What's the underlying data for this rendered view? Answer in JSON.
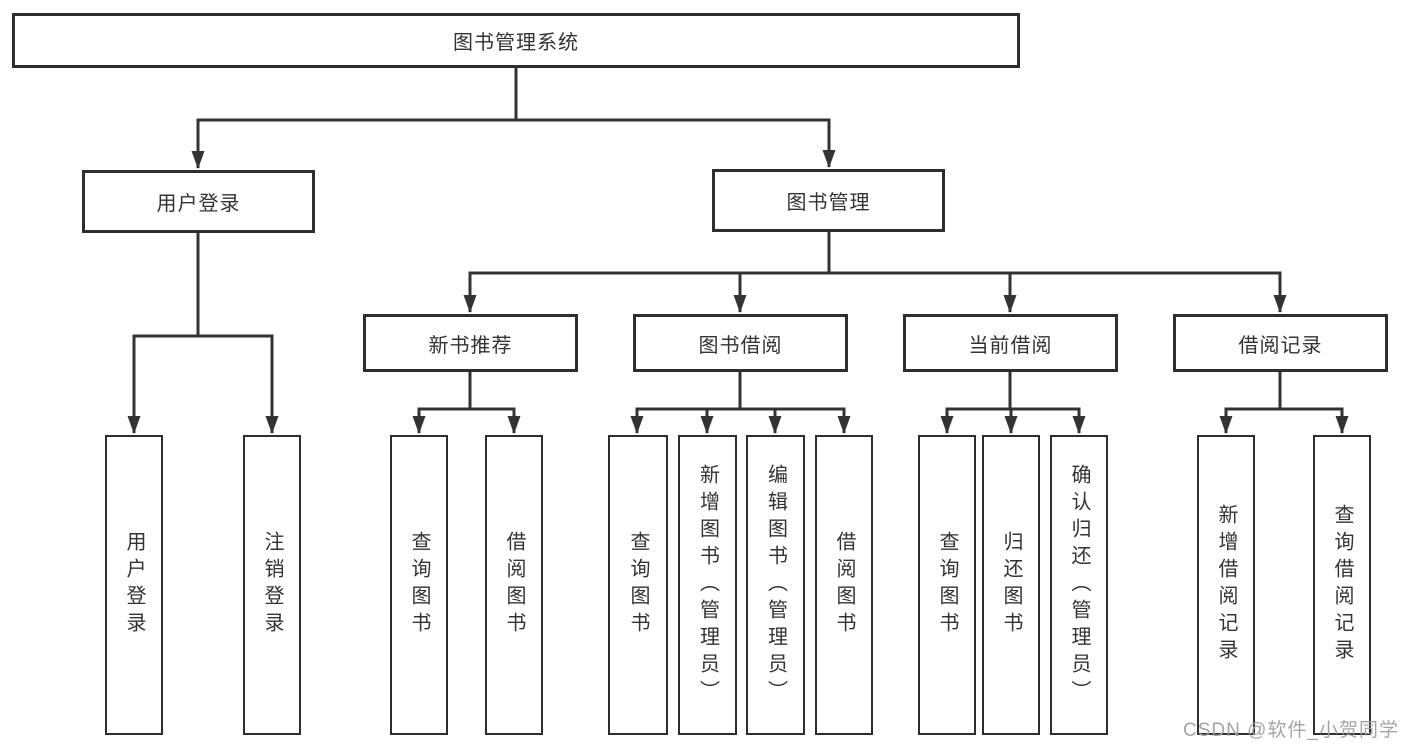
{
  "diagram": {
    "root_label": "图书管理系统",
    "level1": {
      "user_login": "用户登录",
      "book_mgmt": "图书管理"
    },
    "level2": {
      "new_books": "新书推荐",
      "book_borrow": "图书借阅",
      "current_borrow": "当前借阅",
      "borrow_records": "借阅记录"
    },
    "leaves": {
      "login": [
        "用户登录",
        "注销登录"
      ],
      "new_books": [
        "查询图书",
        "借阅图书"
      ],
      "book_borrow": [
        "查询图书",
        "新增图书（管理员）",
        "编辑图书（管理员）",
        "借阅图书"
      ],
      "current_borrow": [
        "查询图书",
        "归还图书",
        "确认归还（管理员）"
      ],
      "borrow_records": [
        "新增借阅记录",
        "查询借阅记录"
      ]
    }
  },
  "watermark": "CSDN @软件_小贺同学",
  "colors": {
    "line": "#333333",
    "border": "#2e2e2e",
    "text": "#333333",
    "watermark": "#a0a0a0",
    "background": "#ffffff"
  }
}
